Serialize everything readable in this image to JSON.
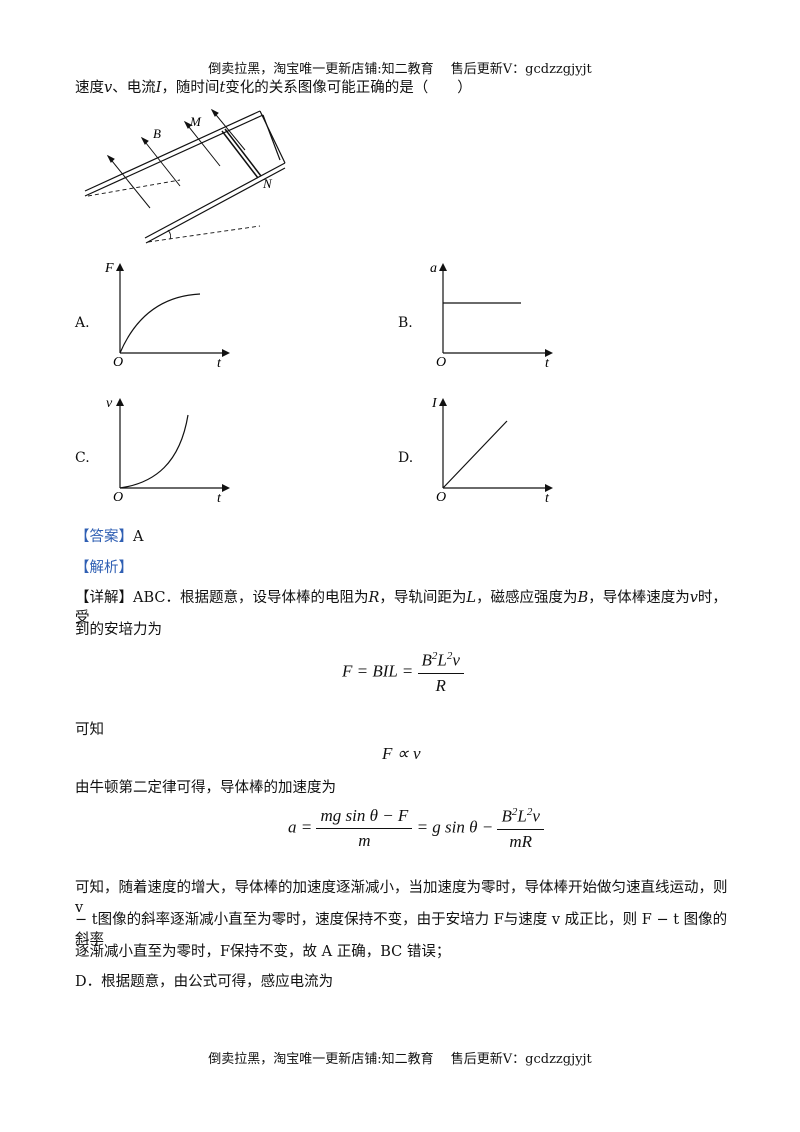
{
  "header_text": "倒卖拉黑，淘宝唯一更新店铺:知二教育　 售后更新V：gcdzzgjyjt",
  "footer_text": "倒卖拉黑，淘宝唯一更新店铺:知二教育　 售后更新V：gcdzzgjyjt",
  "question": {
    "t1": "速度",
    "v": "v",
    "t2": "、电流",
    "I": "I",
    "t3": "，随时间",
    "t": "t",
    "t4": "变化的关系图像可能正确的是（　　）"
  },
  "figure": {
    "B": "B",
    "M": "M",
    "N": "N"
  },
  "options": [
    {
      "letter": "A.",
      "ylabel": "F",
      "origin": "O",
      "xlabel": "t"
    },
    {
      "letter": "B.",
      "ylabel": "a",
      "origin": "O",
      "xlabel": "t"
    },
    {
      "letter": "C.",
      "ylabel": "v",
      "origin": "O",
      "xlabel": "t"
    },
    {
      "letter": "D.",
      "ylabel": "I",
      "origin": "O",
      "xlabel": "t"
    }
  ],
  "answer": {
    "tag": "【答案】",
    "value": "A"
  },
  "analysis_tag": "【解析】",
  "detail": {
    "tag": "【详解】",
    "p1a": "ABC．根据题意，设导体棒的电阻为",
    "R": "R",
    "p1b": "，导轨间距为",
    "L": "L",
    "p1c": "，磁感应强度为",
    "B": "B",
    "p1d": "，导体棒速度为",
    "v": "v",
    "p1e": "时，受",
    "p2": "到的安培力为"
  },
  "formula1": {
    "lhs": "F = BIL =",
    "num": "B",
    "num2": "L",
    "num3": "v",
    "sq": "2",
    "den": "R"
  },
  "kezhi": "可知",
  "formula2": "F ∝ v",
  "newton": "由牛顿第二定律可得，导体棒的加速度为",
  "formula3": {
    "lhs": "a =",
    "num": "mg sin θ − F",
    "den": "m",
    "mid": "= g sin θ −",
    "num2a": "B",
    "num2b": "L",
    "num2c": "v",
    "sq": "2",
    "den2": "mR"
  },
  "conclusion": {
    "l1": "可知，随着速度的增大，导体棒的加速度逐渐减小，当加速度为零时，导体棒开始做匀速直线运动，则 v",
    "l2": "− t图像的斜率逐渐减小直至为零时，速度保持不变，由于安培力 F与速度 v 成正比，则 F − t 图像的斜率",
    "l3": "逐渐减小直至为零时，F保持不变，故 A 正确，BC 错误；"
  },
  "partD": "D．根据题意，由公式可得，感应电流为"
}
